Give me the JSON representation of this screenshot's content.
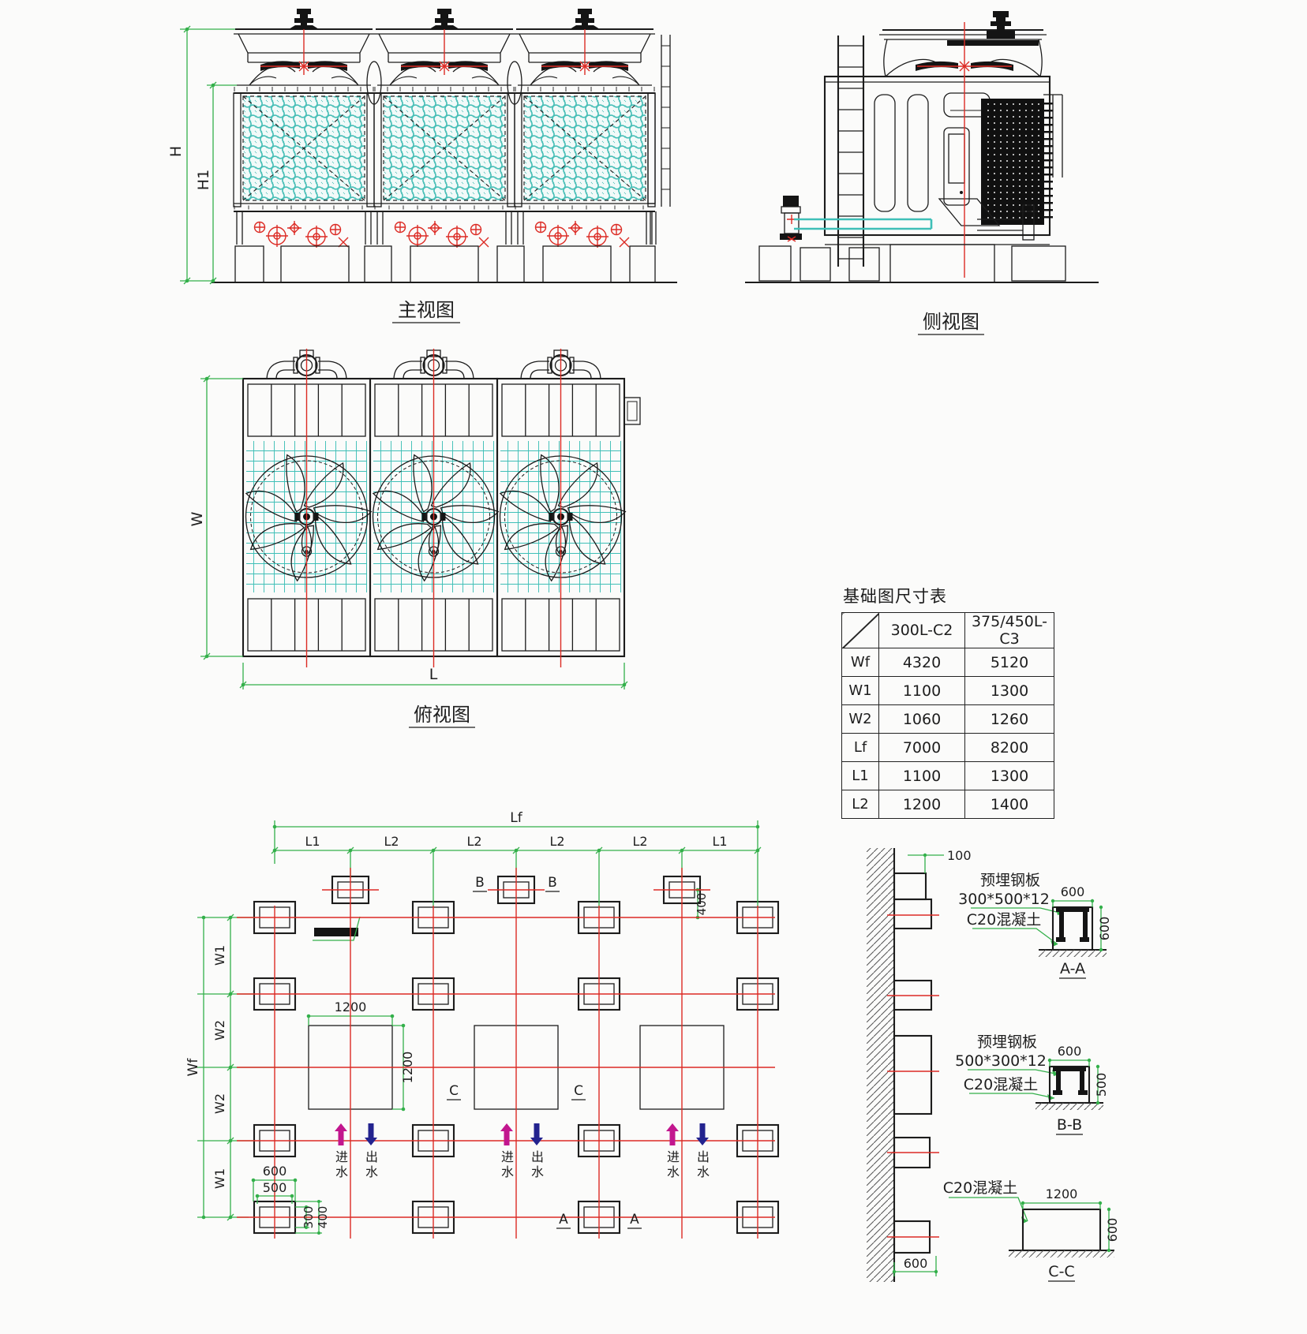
{
  "views": {
    "front": {
      "title": "主视图",
      "dim_h": "H",
      "dim_h1": "H1"
    },
    "side": {
      "title": "侧视图"
    },
    "top": {
      "title": "俯视图",
      "dim_w": "W",
      "dim_l": "L"
    }
  },
  "table": {
    "title": "基础图尺寸表",
    "col1": "300L-C2",
    "col2": "375/450L-C3",
    "rows": [
      {
        "param": "Wf",
        "v1": "4320",
        "v2": "5120"
      },
      {
        "param": "W1",
        "v1": "1100",
        "v2": "1300"
      },
      {
        "param": "W2",
        "v1": "1060",
        "v2": "1260"
      },
      {
        "param": "Lf",
        "v1": "7000",
        "v2": "8200"
      },
      {
        "param": "L1",
        "v1": "1100",
        "v2": "1300"
      },
      {
        "param": "L2",
        "v1": "1200",
        "v2": "1400"
      }
    ]
  },
  "plan": {
    "dim_lf": "Lf",
    "dim_l1": "L1",
    "dim_l2": "L2",
    "dim_wf": "Wf",
    "dim_w1": "W1",
    "dim_w2": "W2",
    "square_dim": "1200",
    "pad_600": "600",
    "pad_500": "500",
    "pad_300": "300",
    "pad_400": "400",
    "riser_offset": "400",
    "inlet": "进水",
    "outlet": "出水",
    "m_a": "A",
    "m_b": "B",
    "m_c": "C",
    "wall_100": "100",
    "wall_600": "600"
  },
  "sections": {
    "aa": {
      "title": "A-A",
      "plate": "预埋钢板",
      "plate_size": "300*500*12",
      "concrete": "C20混凝土",
      "dw": "600",
      "dh": "600"
    },
    "bb": {
      "title": "B-B",
      "plate": "预埋钢板",
      "plate_size": "500*300*12",
      "concrete": "C20混凝土",
      "dw": "600",
      "dh": "500"
    },
    "cc": {
      "title": "C-C",
      "concrete": "C20混凝土",
      "dw": "1200",
      "dh": "600"
    }
  },
  "colors": {
    "dimension_green": "#33b04a",
    "centerline_red": "#dc2b24",
    "fill_teal": "#46beb6",
    "inlet_magenta": "#c2168e",
    "outlet_navy": "#23238f"
  }
}
